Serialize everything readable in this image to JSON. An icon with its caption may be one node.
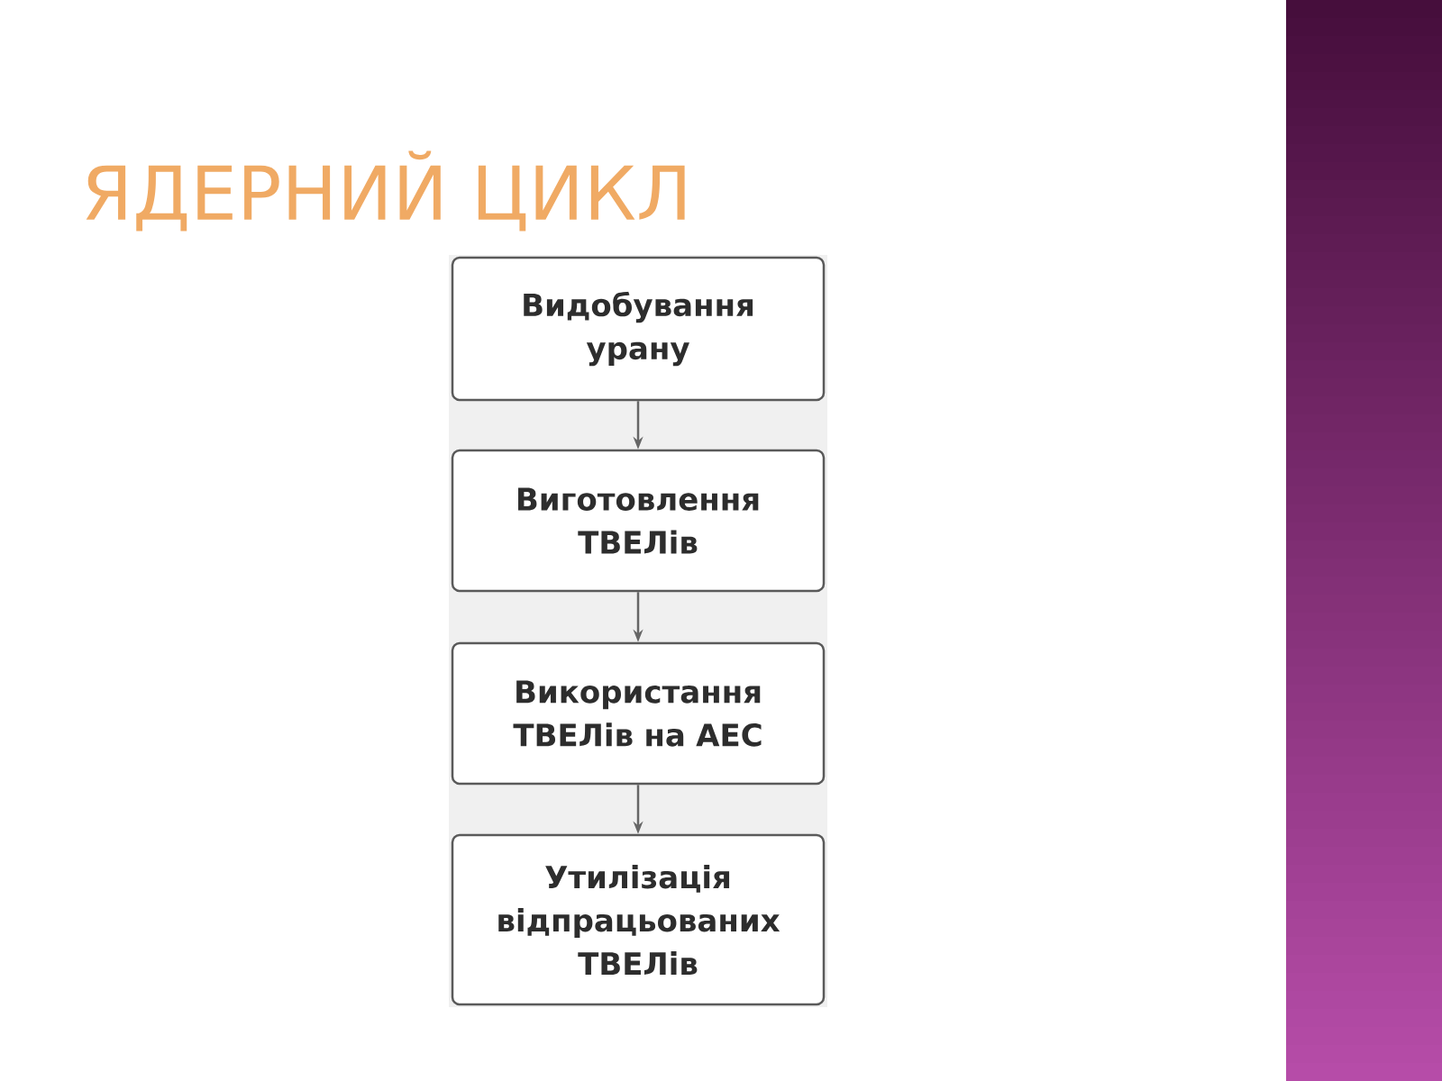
{
  "diagram": {
    "title": "ЯДЕРНИЙ ЦИКЛ",
    "nodes": [
      {
        "text": [
          "Видобування урану"
        ]
      },
      {
        "text": [
          "Виготовлення ТВЕЛів"
        ]
      },
      {
        "text": [
          "Використання ТВЕЛів на АЕС"
        ]
      },
      {
        "text": [
          "Утилізація відпрацьованих ТВЕЛів"
        ]
      }
    ],
    "edges": [
      {
        "from": 0,
        "to": 1,
        "arrow": "to"
      },
      {
        "from": 1,
        "to": 2,
        "arrow": "to"
      },
      {
        "from": 2,
        "to": 3,
        "arrow": "to"
      }
    ]
  }
}
